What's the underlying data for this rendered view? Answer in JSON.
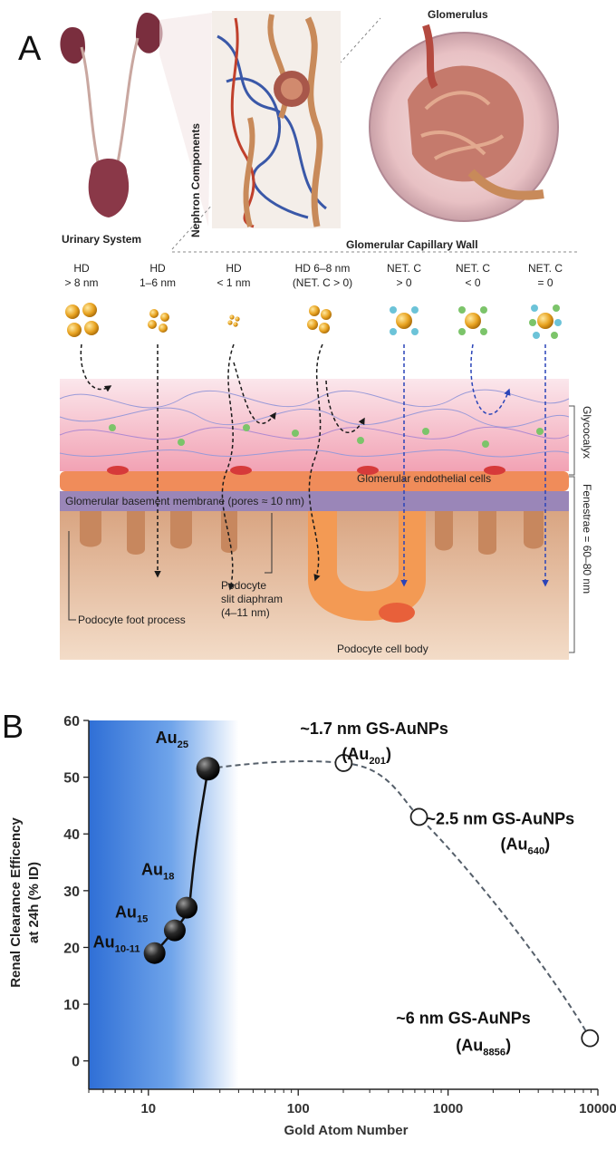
{
  "panel_a": {
    "label": "A",
    "urinary_system": "Urinary System",
    "nephron_components": "Nephron Components",
    "glomerulus": "Glomerulus",
    "glomerular_capillary_wall": "Glomerular Capillary Wall",
    "columns": [
      {
        "line1": "HD",
        "line2": "> 8 nm"
      },
      {
        "line1": "HD",
        "line2": "1–6 nm"
      },
      {
        "line1": "HD",
        "line2": "< 1 nm"
      },
      {
        "line1": "HD 6–8 nm",
        "line2": "(NET. C > 0)"
      },
      {
        "line1": "NET. C",
        "line2": "> 0"
      },
      {
        "line1": "NET. C",
        "line2": "< 0"
      },
      {
        "line1": "NET. C",
        "line2": "= 0"
      }
    ],
    "glycocalyx": "Glycocalyx",
    "endothelial_cells": "Glomerular endothelial cells",
    "basement_membrane": "Glomerular basement membrane (pores ≈ 10 nm)",
    "fenestrae": "Fenestrae = 60–80 nm",
    "foot_process": "Podocyte foot process",
    "slit_line1": "Podocyte",
    "slit_line2": "slit diaphram",
    "slit_line3": "(4–11 nm)",
    "cell_body": "Podocyte cell body"
  },
  "chart_data": {
    "panel_label": "B",
    "type": "scatter",
    "xscale": "log",
    "xlabel": "Gold Atom Number",
    "ylabel_line1": "Renal Clearance Efficency",
    "ylabel_line2": "at 24h (% ID)",
    "xlim": [
      4,
      10000
    ],
    "ylim": [
      -5,
      60
    ],
    "xticks": [
      {
        "value": 10,
        "label": "10"
      },
      {
        "value": 100,
        "label": "100"
      },
      {
        "value": 1000,
        "label": "1000"
      },
      {
        "value": 10000,
        "label": "10000"
      }
    ],
    "yticks": [
      0,
      10,
      20,
      30,
      40,
      50,
      60
    ],
    "highlight_band": {
      "x_from": 4,
      "x_to": 40
    },
    "clusters": [
      {
        "x": 11,
        "y": 19,
        "label": "Au",
        "sub": "10-11"
      },
      {
        "x": 15,
        "y": 23,
        "label": "Au",
        "sub": "15"
      },
      {
        "x": 18,
        "y": 27,
        "label": "Au",
        "sub": "18"
      },
      {
        "x": 25,
        "y": 51.5,
        "label": "Au",
        "sub": "25"
      }
    ],
    "nanoparticles": [
      {
        "x": 201,
        "y": 52.5,
        "label1": "~1.7 nm GS-AuNPs",
        "label2": "(Au",
        "sub": "201",
        "tail": ")"
      },
      {
        "x": 640,
        "y": 43,
        "label1": "~2.5 nm GS-AuNPs",
        "label2": "(Au",
        "sub": "640",
        "tail": ")"
      },
      {
        "x": 8856,
        "y": 4,
        "label1": "~6 nm GS-AuNPs",
        "label2": "(Au",
        "sub": "8856",
        "tail": ")"
      }
    ],
    "colors": {
      "band": "#2f6fd6",
      "solid_curve": "#111111",
      "dashed_curve": "#555f6a",
      "cluster_marker": "#151515"
    }
  }
}
